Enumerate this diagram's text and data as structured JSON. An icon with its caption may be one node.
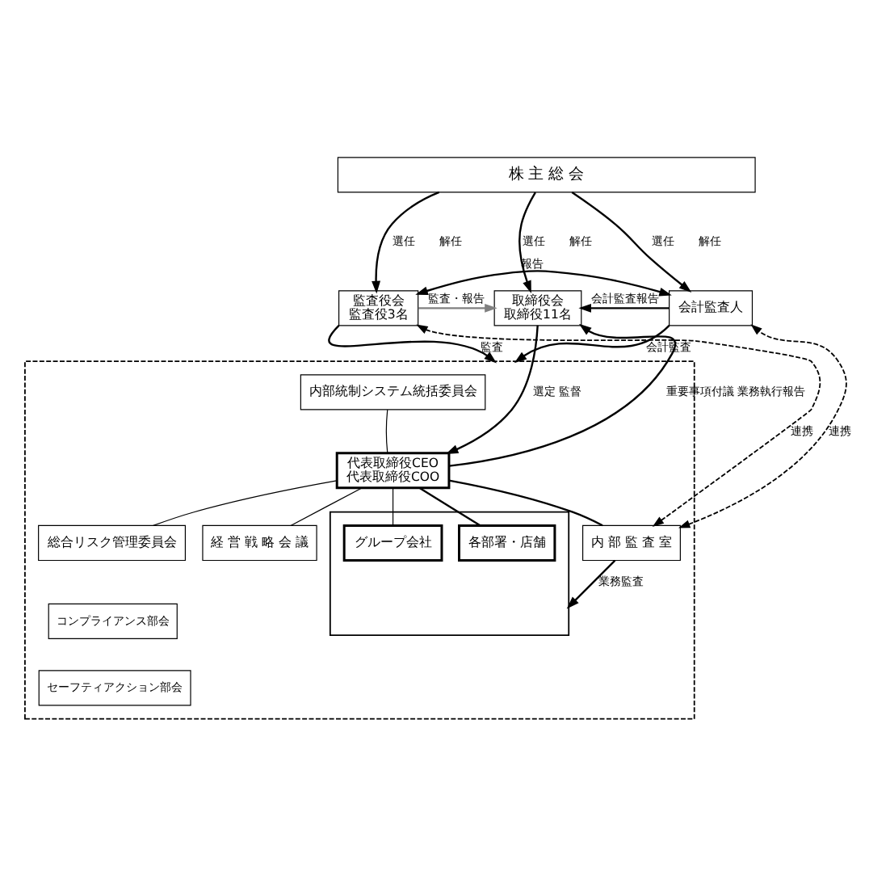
{
  "diagram": {
    "nodes": [
      {
        "text": [
          "株 主 総 会"
        ]
      },
      {
        "text": [
          "監査役会",
          "監査役3名"
        ]
      },
      {
        "text": [
          "取締役会",
          "取締役11名"
        ]
      },
      {
        "text": [
          "会計監査人"
        ]
      },
      {
        "text": [],
        "shape": "box"
      },
      {
        "text": [
          "内部統制システム統括委員会"
        ],
        "in": 4
      },
      {
        "text": [
          "代表取締役CEO",
          "代表取締役COO"
        ],
        "in": 4
      },
      {
        "text": [
          "内 部 監 査 室"
        ],
        "in": 4
      },
      {
        "text": [
          "経 営 戦 略 会 議"
        ],
        "in": 4
      },
      {
        "text": [
          "総合リスク管理委員会"
        ],
        "in": 4
      },
      {
        "text": [
          "コンプライアンス部会"
        ],
        "in": 4
      },
      {
        "text": [
          "セーフティアクション部会"
        ],
        "in": 4
      },
      {
        "text": [],
        "shape": "box",
        "in": 4
      },
      {
        "text": [
          "各部署・店舗"
        ],
        "in": 12
      },
      {
        "text": [
          "グループ会社"
        ],
        "in": 12
      }
    ],
    "edges": [
      {
        "from": 0,
        "to": 1,
        "arrow": "to",
        "label": "選任"
      },
      {
        "from": 0,
        "to": 2,
        "arrow": "to",
        "label": "選任"
      },
      {
        "from": 0,
        "to": 3,
        "arrow": "to",
        "label": "選任"
      },
      {
        "from": 1,
        "to": 2,
        "arrow": "to",
        "label": "監査・報告",
        "color": "#808080"
      },
      {
        "from": 3,
        "to": 2,
        "arrow": "to",
        "label": "会計監査報告"
      },
      {
        "from": 1,
        "to": 4,
        "arrow": "to",
        "label": "監査"
      },
      {
        "from": 1,
        "to": 3,
        "arrow": "both",
        "label": "報告"
      },
      {
        "from": 3,
        "to": 4,
        "arrow": "to",
        "label": "会計監査"
      },
      {
        "from": 2,
        "to": 6,
        "arrow": "to",
        "label": "選定 監督"
      },
      {
        "from": 6,
        "to": 2,
        "arrow": "to",
        "label": "重要事項付議 業務執行報告"
      },
      {
        "from": 7,
        "to": 1,
        "arrow": "both",
        "label": "連携",
        "style": "dashed"
      },
      {
        "from": 7,
        "to": 3,
        "arrow": "both",
        "label": "連携",
        "style": "dashed"
      },
      {
        "from": 5,
        "to": 6,
        "arrow": "none"
      },
      {
        "from": 6,
        "to": 7,
        "arrow": "none"
      },
      {
        "from": 6,
        "to": 8,
        "arrow": "none"
      },
      {
        "from": 6,
        "to": 9,
        "arrow": "none"
      },
      {
        "from": 7,
        "to": 12,
        "arrow": "to",
        "label": "業務監査"
      },
      {
        "from": 6,
        "to": 13,
        "arrow": "none"
      },
      {
        "from": 6,
        "to": 14,
        "arrow": "none"
      }
    ],
    "labels": [
      "解任",
      "解任",
      "解任"
    ]
  }
}
